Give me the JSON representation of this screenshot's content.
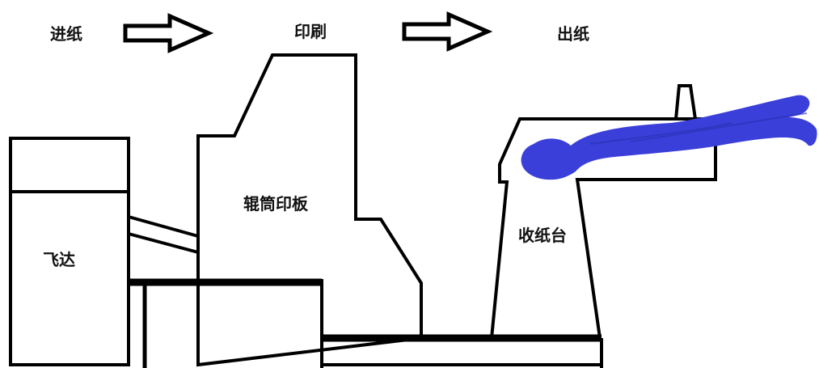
{
  "flow": {
    "step_feed": "进纸",
    "step_print": "印刷",
    "step_output": "出纸"
  },
  "machine": {
    "feeder_label": "飞达",
    "cylinder_plate_label": "辊筒印板",
    "delivery_table_label": "收纸台"
  },
  "figure": {
    "color": "#3a3fd9"
  }
}
